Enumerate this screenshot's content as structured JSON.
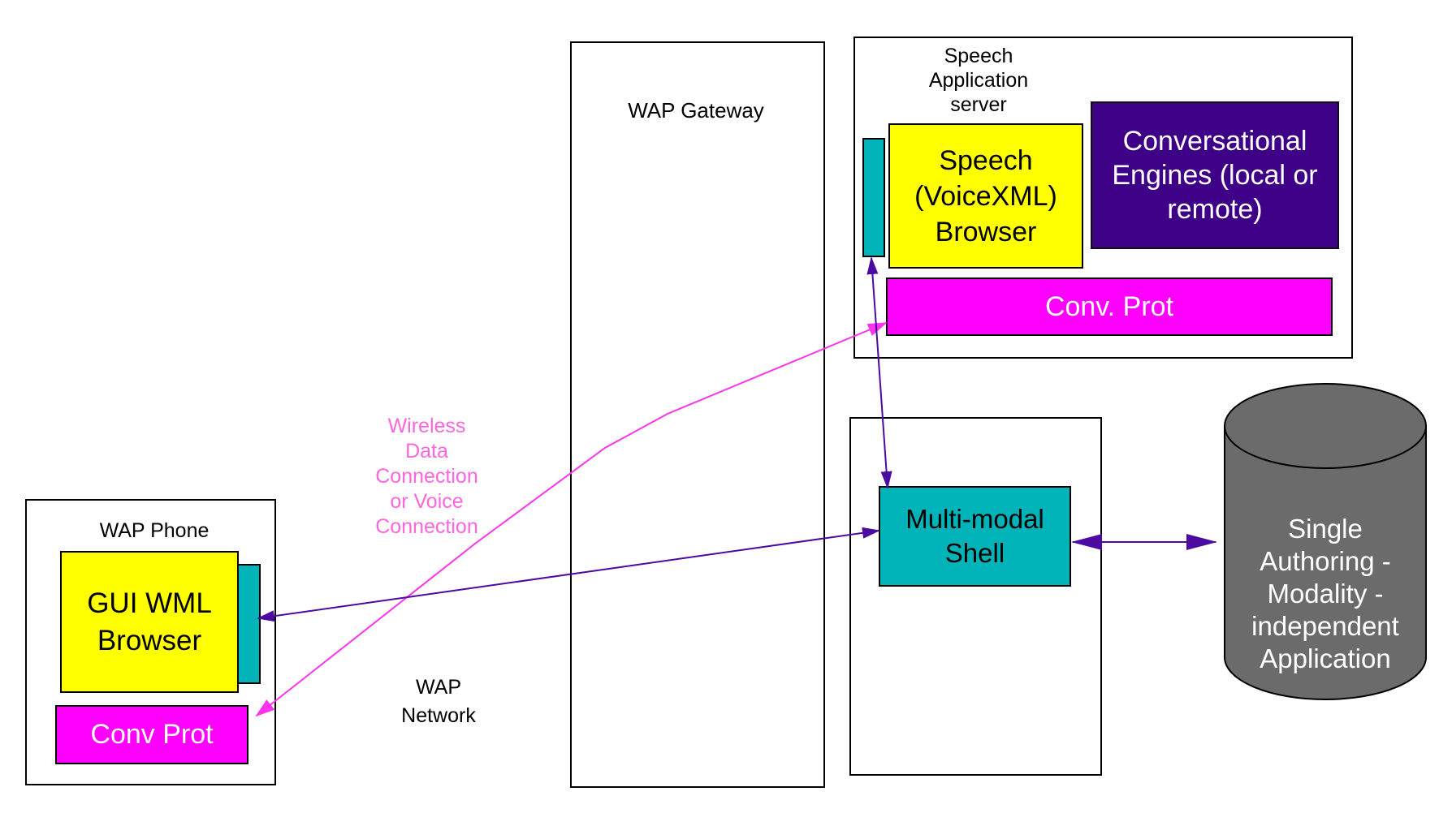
{
  "wap_gateway": {
    "label": "WAP Gateway"
  },
  "speech_server": {
    "label": "Speech Application server",
    "browser_label": "Speech (VoiceXML) Browser",
    "engines_label": "Conversational Engines (local or remote)",
    "conv_prot_label": "Conv. Prot"
  },
  "wap_phone": {
    "label": "WAP Phone",
    "browser_label": "GUI WML Browser",
    "conv_prot_label": "Conv Prot"
  },
  "multimodal_shell": {
    "label": "Multi-modal Shell"
  },
  "application": {
    "label": "Single Authoring - Modality -independent Application"
  },
  "wireless_label": "Wireless Data Connection or Voice Connection",
  "wap_network_label": "WAP Network",
  "colors": {
    "yellow": "#ffff00",
    "magenta": "#ff00ff",
    "teal": "#00b3b8",
    "purple": "#3f0088",
    "arrow_purple": "#4b0aa0",
    "wireless_pink": "#ff66dd",
    "cylinder_gray": "#6b6b6b"
  }
}
